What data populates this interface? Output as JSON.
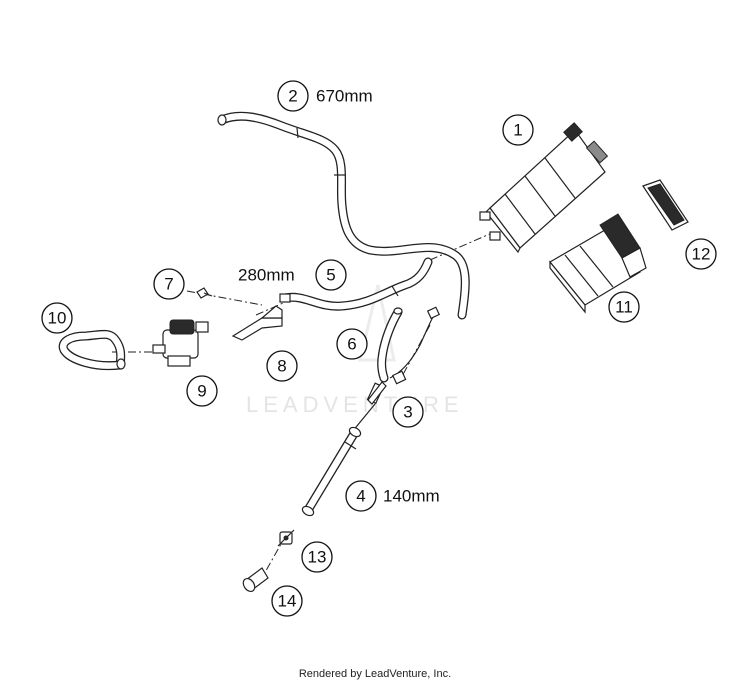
{
  "watermark": "LEADVENTURE",
  "footer": "Rendered by LeadVenture, Inc.",
  "callouts": [
    {
      "id": "1",
      "label": "1"
    },
    {
      "id": "2",
      "label": "2",
      "dimension": "670mm"
    },
    {
      "id": "3",
      "label": "3"
    },
    {
      "id": "4",
      "label": "4",
      "dimension": "140mm"
    },
    {
      "id": "5",
      "label": "5",
      "dimension": "280mm"
    },
    {
      "id": "6",
      "label": "6"
    },
    {
      "id": "7",
      "label": "7"
    },
    {
      "id": "8",
      "label": "8"
    },
    {
      "id": "9",
      "label": "9"
    },
    {
      "id": "10",
      "label": "10"
    },
    {
      "id": "11",
      "label": "11"
    },
    {
      "id": "12",
      "label": "12"
    },
    {
      "id": "13",
      "label": "13"
    },
    {
      "id": "14",
      "label": "14"
    }
  ]
}
